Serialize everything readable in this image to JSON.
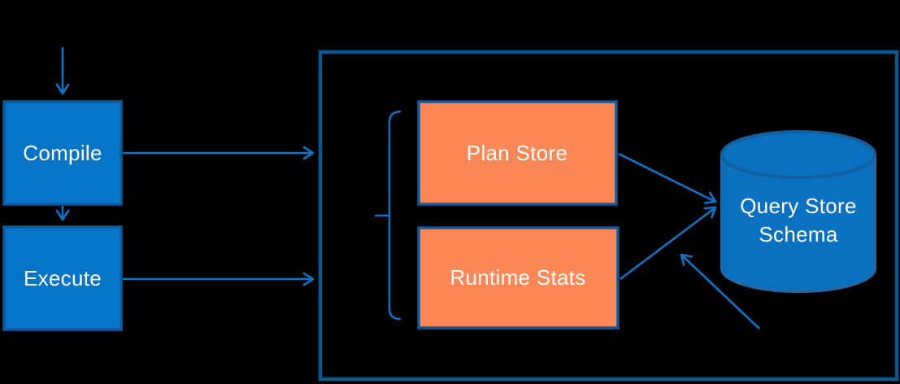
{
  "diagram": {
    "title_hidden": "",
    "nodes": {
      "compile": {
        "label": "Compile"
      },
      "execute": {
        "label": "Execute"
      },
      "plan_store": {
        "label": "Plan Store"
      },
      "runtime_stats": {
        "label": "Runtime Stats"
      },
      "query_store_schema": {
        "label_line1": "Query Store",
        "label_line2": "Schema"
      }
    },
    "colors": {
      "background": "#000000",
      "blueFill": "#0674C7",
      "blueBorder": "#0B5C9E",
      "orangeFill": "#FB8757",
      "orangeBorder": "#0F5A9A",
      "containerBorder": "#0D5791",
      "cylFill": "#0A71C0",
      "cylBorder": "#1E6AA8",
      "cylTopBorder": "#14609F",
      "arrow": "#0F74C8",
      "labelText": "#FFFFFF"
    }
  }
}
